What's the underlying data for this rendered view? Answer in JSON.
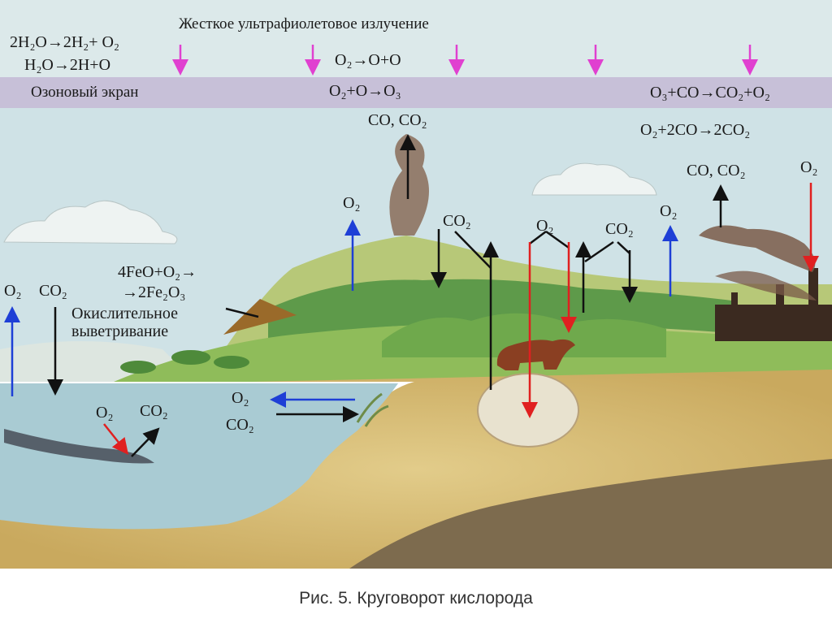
{
  "title": "Жесткое ультрафиолетовое излучение",
  "ozone_label": "Озоновый экран",
  "reactions": {
    "water1": "2H₂O→2H₂+ O₂",
    "water2": "H₂O→2H+O",
    "ozone1": "O₂→O+O",
    "ozone2": "O₂+O→O₃",
    "co1": "O₃+CO→CO₂+O₂",
    "co2": "O₂+2CO→2CO₂",
    "iron1": "4FeO+O₂→",
    "iron2": "→2Fe₂O₃",
    "weathering1": "Окислительное",
    "weathering2": "выветривание"
  },
  "labels": {
    "volcano_gas": "CO, CO₂",
    "o2_left": "O₂",
    "co2_hill": "CO₂",
    "o2_center": "O₂",
    "co2_right": "CO₂",
    "o2_right": "O₂",
    "factory_gas": "CO, CO₂",
    "o2_factory": "O₂",
    "ocean_o2": "O₂",
    "ocean_co2": "CO₂",
    "fish_o2": "O₂",
    "fish_co2": "CO₂",
    "shore_o2": "O₂",
    "shore_co2": "CO₂"
  },
  "caption": "Рис. 5. Круговорот кислорода",
  "colors": {
    "sky": "#cfe2e6",
    "ozone": "#c7c0d8",
    "water": "#a9cbd3",
    "soil": "#d9c07a",
    "arrow_blue": "#1e3fd6",
    "arrow_red": "#e02020",
    "arrow_magenta": "#e040d0",
    "arrow_black": "#111111"
  }
}
